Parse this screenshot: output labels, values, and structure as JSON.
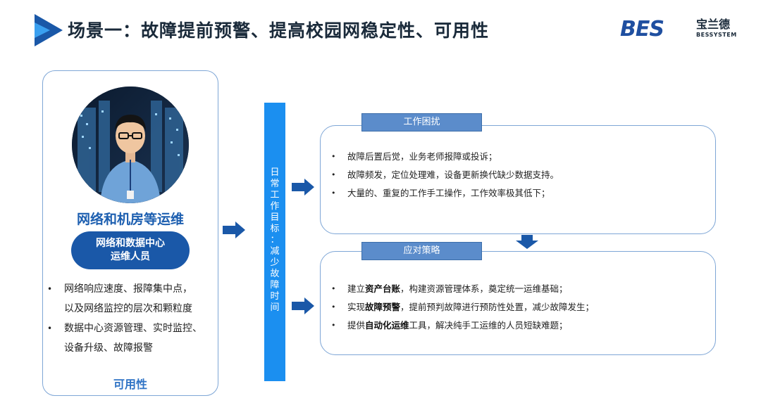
{
  "header": {
    "title": "场景一：故障提前预警、提高校园网稳定性、可用性",
    "logo_mark": "BES",
    "logo_cn": "宝兰德",
    "logo_en": "BESSYSTEM",
    "brand_color": "#1f4fa0"
  },
  "persona": {
    "role_title": "网络和机房等运维",
    "role_pill_line1": "网络和数据中心",
    "role_pill_line2": "运维人员",
    "items": [
      {
        "line1": "网络响应速度、报障集中点，",
        "line2": "以及网络监控的层次和颗粒度"
      },
      {
        "line1": "数据中心资源管理、实时监控、",
        "line2": "设备升级、故障报警"
      }
    ],
    "footer": "可用性",
    "accent_color": "#1a58a8"
  },
  "goal": {
    "chars": [
      "日",
      "常",
      "工",
      "作",
      "目",
      "标",
      "：",
      "减",
      "少",
      "故",
      "障",
      "时",
      "间"
    ],
    "color": "#1b8ff0"
  },
  "pain_points": {
    "tab_label": "工作困扰",
    "items": [
      "故障后置后觉，业务老师报障或投诉；",
      "故障频发，定位处理难，设备更新换代缺少数据支持。",
      "大量的、重复的工作手工操作，工作效率极其低下；"
    ]
  },
  "strategy": {
    "tab_label": "应对策略",
    "items": [
      {
        "pre": "建立",
        "bold": "资产台账",
        "post": "，构建资源管理体系，奠定统一运维基础；"
      },
      {
        "pre": "实现",
        "bold": "故障预警",
        "post": "，提前预判故障进行预防性处置，减少故障发生；"
      },
      {
        "pre": "提供",
        "bold": "自动化运维",
        "post": "工具，解决纯手工运维的人员短缺难题；"
      }
    ]
  },
  "bullet": "•",
  "arrow_color": "#1a58a8"
}
